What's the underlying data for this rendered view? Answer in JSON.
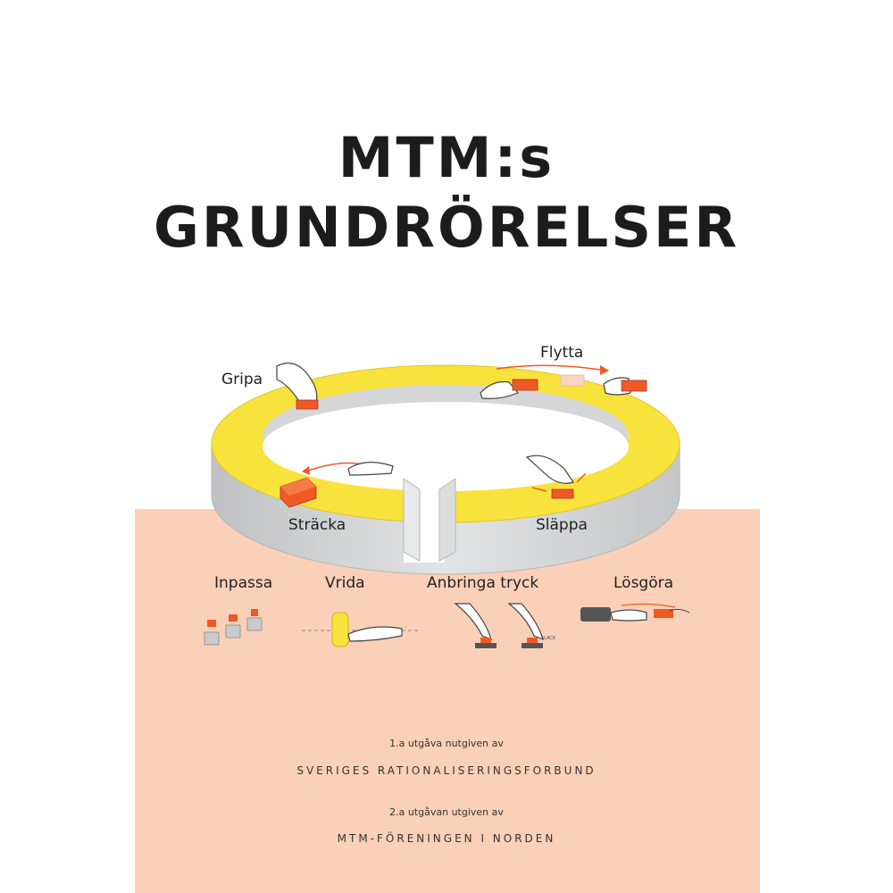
{
  "title": {
    "line1": "MTM:s",
    "line2": "GRUNDRÖRELSER"
  },
  "motions": {
    "gripa": "Gripa",
    "flytta": "Flytta",
    "stracka": "Sträcka",
    "slappa": "Släppa",
    "inpassa": "Inpassa",
    "vrida": "Vrida",
    "anbringa_tryck": "Anbringa tryck",
    "losgora": "Lösgöra"
  },
  "small_text": "SLACK",
  "credits": {
    "first_edition_note": "1.a utgåva nutgiven av",
    "first_publisher": "SVERIGES RATIONALISERINGSFORBUND",
    "second_edition_note": "2.a utgåvan utgiven av",
    "second_publisher": "MTM-FÖRENINGEN I NORDEN"
  },
  "colors": {
    "yellow": "#f7e33b",
    "orange": "#ef5a24",
    "peach": "#fbd0b8",
    "grey": "#cfd0d1"
  }
}
